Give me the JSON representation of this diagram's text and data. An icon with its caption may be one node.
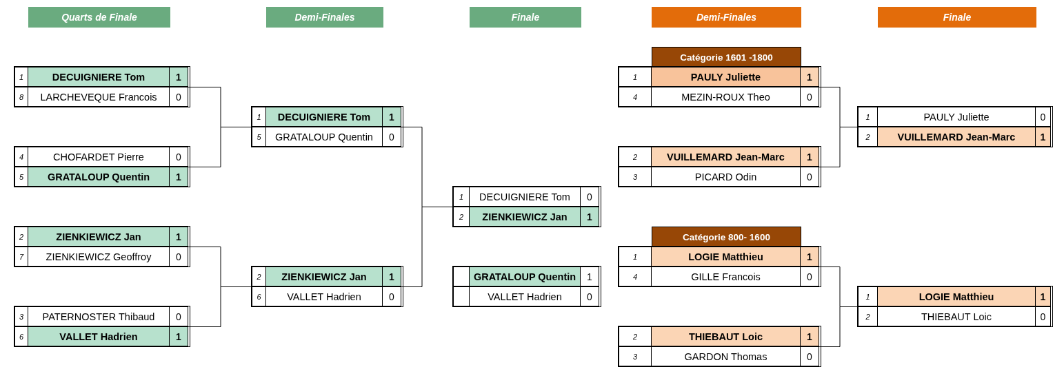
{
  "diagram": {
    "nodes": [
      {
        "text": [
          "Quarts de Finale"
        ]
      },
      {
        "text": [
          "Demi-Finales"
        ]
      },
      {
        "text": [
          "Finale"
        ]
      },
      {
        "text": [
          "Demi-Finales"
        ]
      },
      {
        "text": [
          "Finale"
        ]
      },
      {
        "text": [],
        "shape": "box"
      },
      {
        "text": [
          "1",
          "DECUIGNIERE Tom",
          "1"
        ],
        "in": 5
      },
      {
        "text": [
          "8",
          "LARCHEVEQUE Francois",
          "0"
        ],
        "in": 5
      },
      {
        "text": [],
        "shape": "box"
      },
      {
        "text": [
          "4",
          "CHOFARDET Pierre",
          "0"
        ],
        "in": 8
      },
      {
        "text": [
          "5",
          "GRATALOUP Quentin",
          "1"
        ],
        "in": 8
      },
      {
        "text": [],
        "shape": "box"
      },
      {
        "text": [
          "2",
          "ZIENKIEWICZ Jan",
          "1"
        ],
        "in": 11
      },
      {
        "text": [
          "7",
          "ZIENKIEWICZ Geoffroy",
          "0"
        ],
        "in": 11
      },
      {
        "text": [],
        "shape": "box"
      },
      {
        "text": [
          "3",
          "PATERNOSTER Thibaud",
          "0"
        ],
        "in": 14
      },
      {
        "text": [
          "6",
          "VALLET Hadrien",
          "1"
        ],
        "in": 14
      },
      {
        "text": [],
        "shape": "box"
      },
      {
        "text": [
          "1",
          "DECUIGNIERE Tom",
          "1"
        ],
        "in": 17
      },
      {
        "text": [
          "5",
          "GRATALOUP Quentin",
          "0"
        ],
        "in": 17
      },
      {
        "text": [],
        "shape": "box"
      },
      {
        "text": [
          "2",
          "ZIENKIEWICZ Jan",
          "1"
        ],
        "in": 20
      },
      {
        "text": [
          "6",
          "VALLET Hadrien",
          "0"
        ],
        "in": 20
      },
      {
        "text": [],
        "shape": "box"
      },
      {
        "text": [
          "1",
          "DECUIGNIERE Tom",
          "0"
        ],
        "in": 23
      },
      {
        "text": [
          "2",
          "ZIENKIEWICZ Jan",
          "1"
        ],
        "in": 23
      },
      {
        "text": [],
        "shape": "box"
      },
      {
        "text": [
          "GRATALOUP Quentin",
          "1"
        ],
        "in": 26
      },
      {
        "text": [
          "VALLET Hadrien",
          "0"
        ],
        "in": 26
      },
      {
        "text": [
          "Catégorie 1601 -1800"
        ]
      },
      {
        "text": [],
        "shape": "box"
      },
      {
        "text": [
          "1",
          "PAULY Juliette",
          "1"
        ],
        "in": 30
      },
      {
        "text": [
          "4",
          "MEZIN-ROUX Theo",
          "0"
        ],
        "in": 30
      },
      {
        "text": [],
        "shape": "box"
      },
      {
        "text": [
          "2",
          "VUILLEMARD Jean-Marc",
          "1"
        ],
        "in": 33
      },
      {
        "text": [
          "3",
          "PICARD Odin",
          "0"
        ],
        "in": 33
      },
      {
        "text": [
          "Catégorie 800- 1600"
        ]
      },
      {
        "text": [],
        "shape": "box"
      },
      {
        "text": [
          "1",
          "LOGIE Matthieu",
          "1"
        ],
        "in": 37
      },
      {
        "text": [
          "4",
          "GILLE Francois",
          "0"
        ],
        "in": 37
      },
      {
        "text": [],
        "shape": "box"
      },
      {
        "text": [
          "2",
          "THIEBAUT Loic",
          "1"
        ],
        "in": 40
      },
      {
        "text": [
          "3",
          "GARDON Thomas",
          "0"
        ],
        "in": 40
      },
      {
        "text": [],
        "shape": "box"
      },
      {
        "text": [
          "1",
          "PAULY Juliette",
          "0"
        ],
        "in": 43
      },
      {
        "text": [
          "2",
          "VUILLEMARD Jean-Marc",
          "1"
        ],
        "in": 43
      },
      {
        "text": [],
        "shape": "box"
      },
      {
        "text": [
          "1",
          "LOGIE Matthieu",
          "1"
        ],
        "in": 46
      },
      {
        "text": [
          "2",
          "THIEBAUT Loic",
          "0"
        ],
        "in": 46
      }
    ],
    "edges": [
      {
        "from": 5,
        "to": 17,
        "arrow": "none"
      },
      {
        "from": 8,
        "to": 17,
        "arrow": "none"
      },
      {
        "from": 11,
        "to": 20,
        "arrow": "none"
      },
      {
        "from": 14,
        "to": 20,
        "arrow": "none"
      },
      {
        "from": 17,
        "to": 23,
        "arrow": "none"
      },
      {
        "from": 20,
        "to": 23,
        "arrow": "none"
      },
      {
        "from": 30,
        "to": 43,
        "arrow": "none"
      },
      {
        "from": 33,
        "to": 43,
        "arrow": "none"
      },
      {
        "from": 37,
        "to": 46,
        "arrow": "none"
      },
      {
        "from": 40,
        "to": 46,
        "arrow": "none"
      }
    ]
  }
}
